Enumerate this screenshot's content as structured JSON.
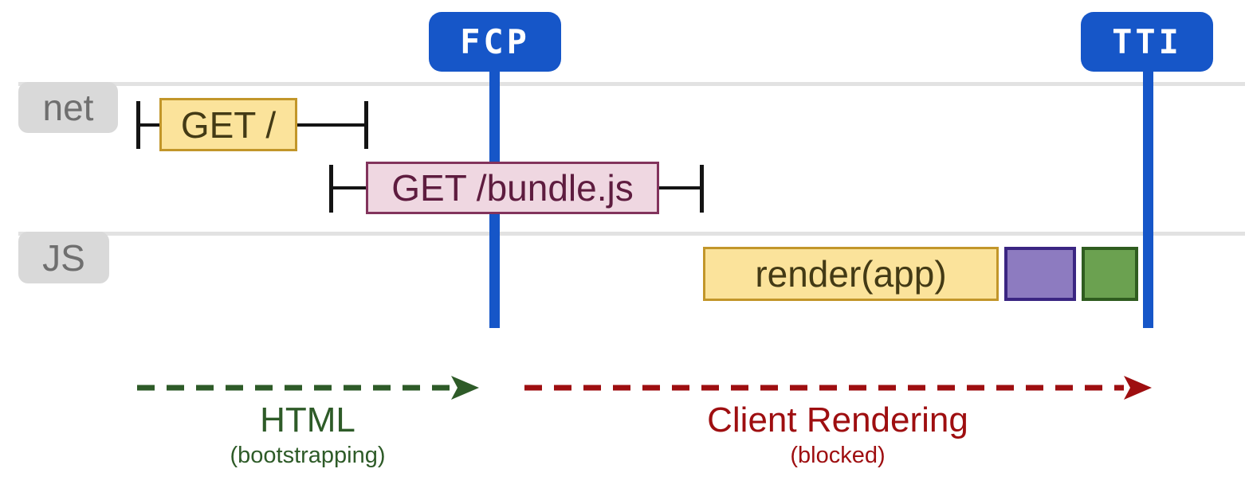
{
  "badges": {
    "fcp": "FCP",
    "tti": "TTI"
  },
  "lanes": {
    "net": "net",
    "js": "JS"
  },
  "events": {
    "get_root": "GET /",
    "get_bundle": "GET /bundle.js",
    "render_app": "render(app)"
  },
  "phases": {
    "html": {
      "label": "HTML",
      "sub": "(bootstrapping)"
    },
    "client": {
      "label": "Client Rendering",
      "sub": "(blocked)"
    }
  },
  "colors": {
    "milestone_blue": "#1656c8",
    "lane_rail_gray": "#e2e2e2",
    "lane_tag_gray": "#d9d9d9",
    "yellow_fill": "#fbe39b",
    "yellow_border": "#c2962a",
    "pink_fill": "#efd7e1",
    "pink_border": "#82335c",
    "purple_fill": "#8d7bc0",
    "purple_border": "#3a2582",
    "green_fill": "#6ba150",
    "green_border": "#2f5c1f",
    "phase_html_green": "#2e5b28",
    "phase_client_red": "#9e0e10"
  }
}
